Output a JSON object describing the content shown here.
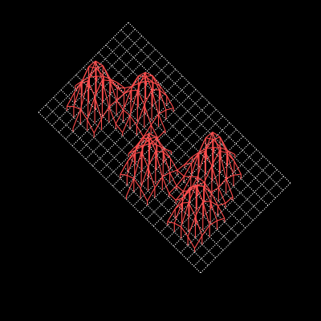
{
  "scene": {
    "kind": "isometric-surface-wireframe",
    "background": "#000000",
    "grid_color": "#ffffff",
    "grid_style": "dotted",
    "surface_color": "#ff4d4d",
    "grid": {
      "columns": 24,
      "rows": 12
    },
    "peaks": [
      {
        "col": 4.0,
        "row": 4.0,
        "height": 1.0
      },
      {
        "col": 8.0,
        "row": 7.0,
        "height": 0.85
      },
      {
        "col": 13.0,
        "row": 3.0,
        "height": 0.9
      },
      {
        "col": 18.0,
        "row": 7.0,
        "height": 1.0
      },
      {
        "col": 20.0,
        "row": 3.0,
        "height": 0.8
      }
    ]
  }
}
